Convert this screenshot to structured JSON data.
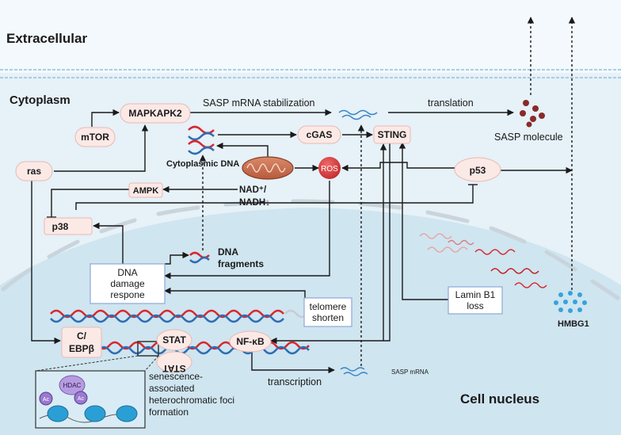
{
  "regions": {
    "extracellular": "Extracellular",
    "cytoplasm": "Cytoplasm",
    "nucleus": "Cell nucleus"
  },
  "nodes": {
    "mtor": "mTOR",
    "mapkapk2": "MAPKAPK2",
    "ras": "ras",
    "cgas": "cGAS",
    "sting": "STING",
    "ros": "ROS",
    "p53": "p53",
    "ampk": "AMPK",
    "p38": "p38",
    "c_ebp_line1": "C/",
    "c_ebp_line2": "EBPβ",
    "stat": "STAT",
    "stat_mirror": "STAT",
    "nfkb": "NF-κB",
    "hdac": "HDAC",
    "ac1": "Ac",
    "ac2": "Ac",
    "hmbg1": "HMBG1"
  },
  "labels": {
    "sasp_mrna_stabilization": "SASP mRNA stabilization",
    "translation": "translation",
    "sasp_molecule": "SASP molecule",
    "cytoplasmic_dna": "Cytoplasmic DNA",
    "nad_line1": "NAD⁺/",
    "nad_line2": "NADH↓",
    "dna_fragments_line1": "DNA",
    "dna_fragments_line2": "fragments",
    "transcription": "transcription",
    "sasp_mrna": "SASP mRNA",
    "safe_lines": [
      "senescence-",
      "associated",
      "heterochromatic foci",
      "formation"
    ]
  },
  "boxes": {
    "ddr": [
      "DNA",
      "damage",
      "respone"
    ],
    "telomere": [
      "telomere",
      "shorten"
    ],
    "lamin": [
      "Lamin B1",
      "loss"
    ]
  },
  "colors": {
    "membrane": "#9ec5e0",
    "extracellular_bg": "#eef6fb",
    "cytoplasm_bg": "#e5f1f8",
    "nucleus_bg": "#cfe6f1",
    "node_fill": "#fbe9e6",
    "node_stroke": "#e8b9b2",
    "ros": "#d93b3b",
    "dna_red": "#d8282f",
    "dna_blue": "#2f6db3",
    "mrna_blue": "#3a86c8",
    "sasp_dot": "#8a2a2a",
    "hmbg1_dot": "#35a3dc",
    "histone": "#2a9fd6",
    "hdac": "#b79be0",
    "arrow": "#1a1a1a"
  }
}
